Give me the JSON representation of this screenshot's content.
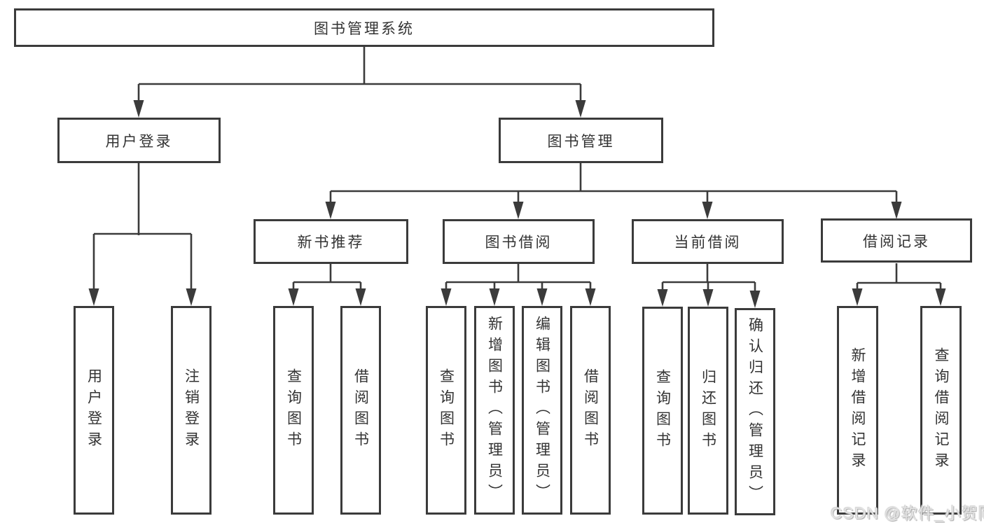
{
  "diagram": {
    "type": "function-structure-tree",
    "title": "图书管理系统",
    "tree": {
      "root": "图书管理系统",
      "children": [
        {
          "label": "用户登录",
          "children": [
            "用户登录",
            "注销登录"
          ]
        },
        {
          "label": "图书管理",
          "children": [
            {
              "label": "新书推荐",
              "children": [
                "查询图书",
                "借阅图书"
              ]
            },
            {
              "label": "图书借阅",
              "children": [
                "查询图书",
                "新增图书（管理员）",
                "编辑图书（管理员）",
                "借阅图书"
              ]
            },
            {
              "label": "当前借阅",
              "children": [
                "查询图书",
                "归还图书",
                "确认归还（管理员）"
              ]
            },
            {
              "label": "借阅记录",
              "children": [
                "新增借阅记录",
                "查询借阅记录"
              ]
            }
          ]
        }
      ]
    }
  },
  "watermark": {
    "text": "CSDN @软件_小贺同学"
  },
  "colors": {
    "line": "#3b3b3b",
    "text": "#333333",
    "background": "#ffffff",
    "watermark": "#e3e3e3"
  }
}
